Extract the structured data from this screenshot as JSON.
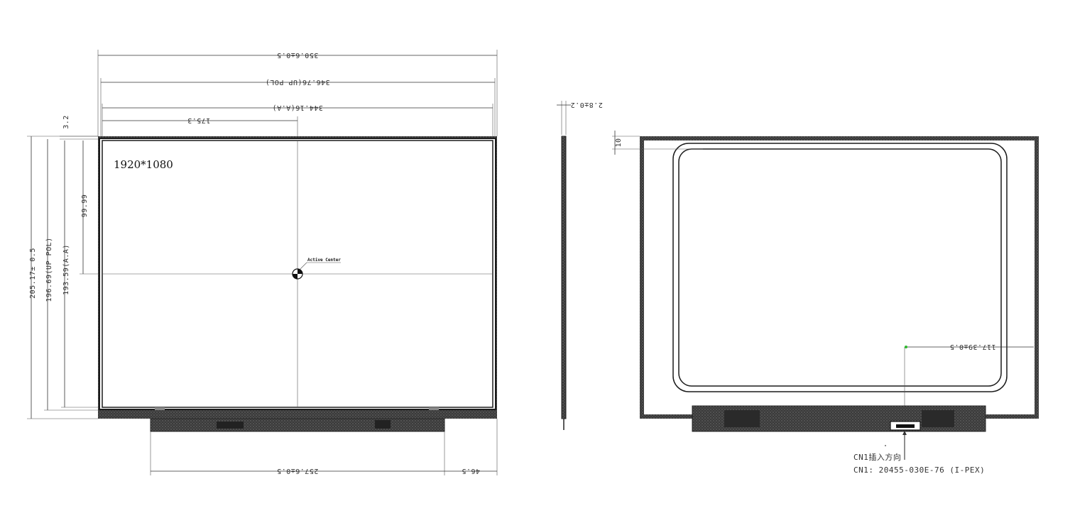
{
  "front_view": {
    "resolution": "1920*1080",
    "active_center_label": "Active Center",
    "dims": {
      "outline_width": "350.6±0.5",
      "pol_width": "346.76(UP POL)",
      "aa_width": "344.16(A.A)",
      "center_x": "175.3",
      "top_offset": "3.2",
      "outline_height": "205.17± 0.5",
      "pol_height": "196.69(UP POL)",
      "aa_height": "193.59(A.A)",
      "center_y": "99.99",
      "pcb_width": "257.6±0.5",
      "pcb_offset": "46.5"
    }
  },
  "side_view": {
    "thickness": "2.8±0.2"
  },
  "back_view": {
    "edge_offset": "10",
    "connector_position": "117.39±0.5",
    "cn1_direction_label": "CN1插入方向",
    "cn1_part_label": "CN1: 20455-030E-76 (I-PEX)",
    "marker_color": "#2db82d"
  }
}
